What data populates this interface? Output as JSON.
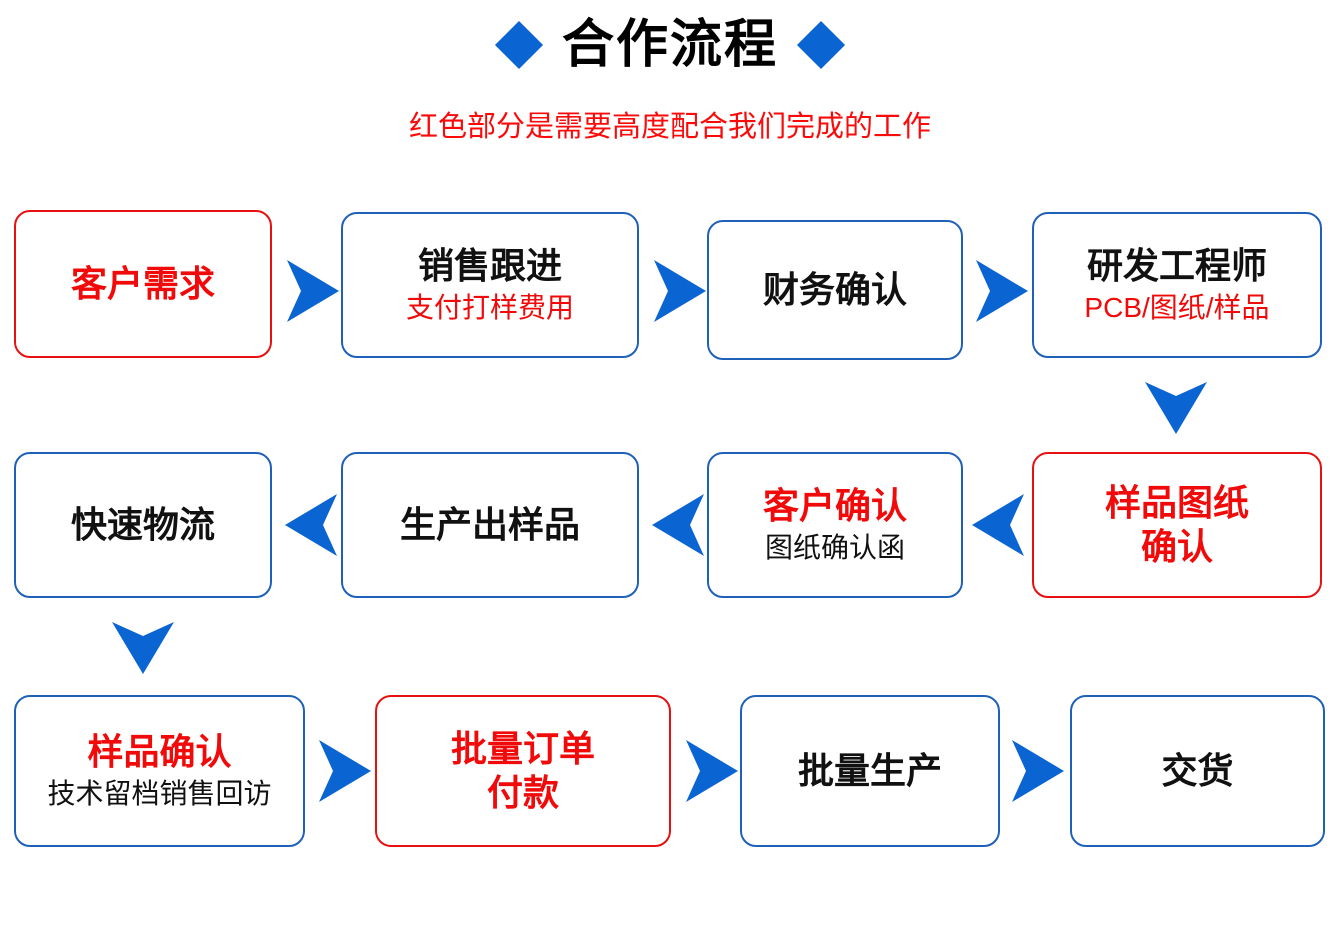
{
  "header": {
    "title": "合作流程",
    "subtitle": "红色部分是需要高度配合我们完成的工作",
    "left_diamond": "diamond-icon",
    "right_diamond": "diamond-icon"
  },
  "colors": {
    "blue_border": "#1f60b8",
    "red_border": "#e81010",
    "arrow_blue": "#0a64d2",
    "red_text": "#f00a0a",
    "black_text": "#111111",
    "background": "#ffffff"
  },
  "flow": {
    "rows": [
      {
        "direction": "right",
        "nodes": [
          {
            "id": "customer-requirement",
            "main": "客户需求",
            "main_color": "red",
            "sub": "",
            "sub_color": "",
            "border": "red"
          },
          {
            "id": "sales-followup",
            "main": "销售跟进",
            "main_color": "black",
            "sub": "支付打样费用",
            "sub_color": "red",
            "border": "blue"
          },
          {
            "id": "finance-confirm",
            "main": "财务确认",
            "main_color": "black",
            "sub": "",
            "sub_color": "",
            "border": "blue"
          },
          {
            "id": "rd-engineer",
            "main": "研发工程师",
            "main_color": "black",
            "sub": "PCB/图纸/样品",
            "sub_color": "red",
            "border": "blue"
          }
        ]
      },
      {
        "direction": "left",
        "nodes": [
          {
            "id": "fast-logistics",
            "main": "快速物流",
            "main_color": "black",
            "sub": "",
            "sub_color": "",
            "border": "blue"
          },
          {
            "id": "produce-sample",
            "main": "生产出样品",
            "main_color": "black",
            "sub": "",
            "sub_color": "",
            "border": "blue"
          },
          {
            "id": "customer-confirm",
            "main": "客户确认",
            "main_color": "red",
            "sub": "图纸确认函",
            "sub_color": "black",
            "border": "blue"
          },
          {
            "id": "sample-drawing-confirm",
            "main": "样品图纸",
            "main2": "确认",
            "main_color": "red",
            "sub": "",
            "sub_color": "",
            "border": "red"
          }
        ]
      },
      {
        "direction": "right",
        "nodes": [
          {
            "id": "sample-confirm",
            "main": "样品确认",
            "main_color": "red",
            "sub": "技术留档销售回访",
            "sub_color": "black",
            "border": "blue"
          },
          {
            "id": "bulk-order-payment",
            "main": "批量订单",
            "main2": "付款",
            "main_color": "red",
            "sub": "",
            "sub_color": "",
            "border": "red"
          },
          {
            "id": "bulk-production",
            "main": "批量生产",
            "main_color": "black",
            "sub": "",
            "sub_color": "",
            "border": "blue"
          },
          {
            "id": "delivery",
            "main": "交货",
            "main_color": "black",
            "sub": "",
            "sub_color": "",
            "border": "blue"
          }
        ]
      }
    ],
    "connectors": {
      "row1_to_row2": "arrow-down-icon",
      "row2_to_row3": "arrow-down-icon",
      "horizontal_right": "arrow-right-icon",
      "horizontal_left": "arrow-left-icon"
    }
  }
}
